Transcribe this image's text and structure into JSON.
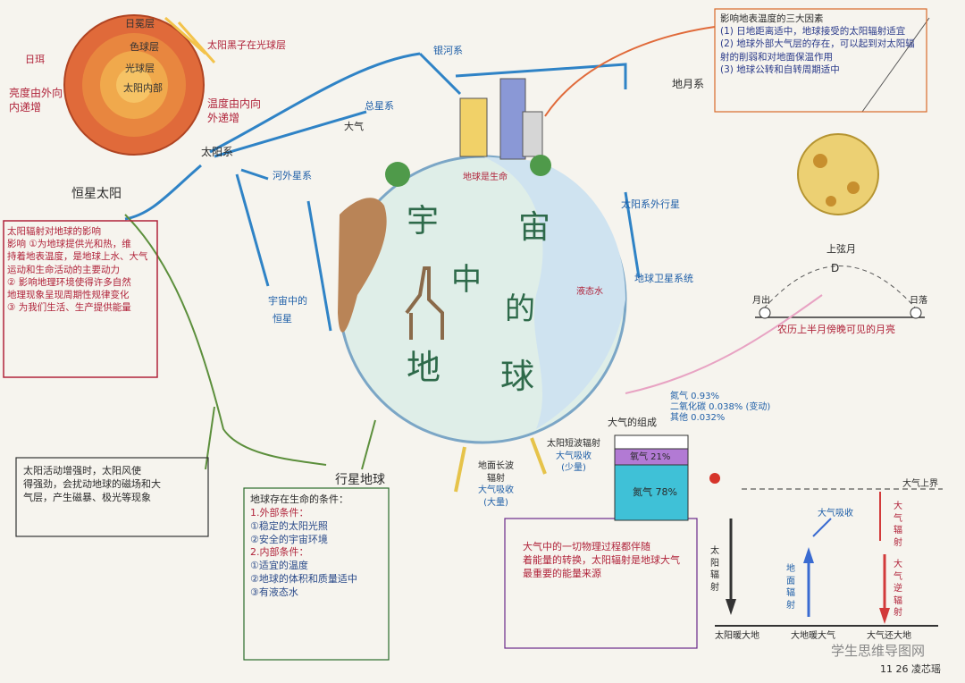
{
  "sun": {
    "layers": [
      "日冕层",
      "色球层",
      "光球层",
      "太阳内部"
    ],
    "label_left_top": "日珥",
    "label_left": [
      "亮度由外向",
      "内递增"
    ],
    "label_right_top": "太阳黑子在光球层",
    "label_right": [
      "温度由内向",
      "外递增"
    ]
  },
  "solar_system": {
    "label": "太阳系",
    "branch_sun": "恒星太阳",
    "branch_planet": "行星地球",
    "branch_moon": "地月系",
    "milky_way": "银河系",
    "total_galaxy": "总星系",
    "side_labels": [
      "河外星系",
      "太阳系外行星",
      "地球卫星系统",
      "宇宙中的",
      "恒星",
      "大气"
    ]
  },
  "sun_effects": {
    "title": "太阳辐射对地球的影响",
    "lines": [
      "影响 ①为地球提供光和热，维",
      "持着地表温度，是地球上水、大气",
      "运动和生命活动的主要动力",
      "② 影响地理环境使得许多自然",
      "地理现象呈现周期性规律变化",
      "③ 为我们生活、生产提供能量"
    ]
  },
  "solar_activity": {
    "lines": [
      "太阳活动增强时，太阳风使",
      "得强劲，会扰动地球的磁场和大",
      "气层，产生磁暴、极光等现象"
    ]
  },
  "planet_earth": {
    "title": "地球存在生命的条件：",
    "outer_title": "1.外部条件：",
    "outer": [
      "①稳定的太阳光照",
      "②安全的宇宙环境"
    ],
    "inner_title": "2.内部条件：",
    "inner": [
      "①适宜的温度",
      "②地球的体积和质量适中",
      "③有液态水"
    ]
  },
  "earth_center": {
    "chars": [
      "宇",
      "宙",
      "中",
      "的",
      "地",
      "球"
    ],
    "note_left": "地球是生命",
    "note_right": "液态水"
  },
  "temperature_factors": {
    "title": "影响地表温度的三大因素",
    "items": [
      "(1) 日地距离适中，地球接受的太阳辐射适宜",
      "(2) 地球外部大气层的存在，可以起到对太阳辐射的削弱和对地面保温作用",
      "(3) 地球公转和自转周期适中"
    ]
  },
  "moon": {
    "label_top": "上弦月",
    "label_phase": "D",
    "label_bottom": "农历上半月傍晚可见的月亮",
    "horizon_left": "月出",
    "horizon_right": "日落"
  },
  "atmosphere": {
    "title": "大气的组成",
    "composition": [
      "氮气 0.93%",
      "二氧化碳 0.038% (变动)",
      "其他 0.032%"
    ],
    "layers": [
      {
        "name": "氧气 21%",
        "percent": 21
      },
      {
        "name": "氮气 78%",
        "percent": 78
      }
    ],
    "solar_label": [
      "太阳短波辐射",
      "大气吸收",
      "(少量)"
    ],
    "ground_label": [
      "地面长波",
      "辐射",
      "大气吸收",
      "(大量)"
    ],
    "sky_label": "大气上界",
    "energy_text": [
      "大气中的一切物理过程都伴随",
      "着能量的转换，太阳辐射是地球大气",
      "最重要的能量来源"
    ],
    "heat_labels": [
      "太阳辐射",
      "地面辐射",
      "大气逆辐射",
      "大气吸收",
      "大气辐射"
    ],
    "base_labels": [
      "太阳暖大地",
      "大地暖大气",
      "大气还大地"
    ]
  },
  "footer": {
    "watermark": "学生思维导图网",
    "signature": "11 26 凌芯瑶"
  }
}
